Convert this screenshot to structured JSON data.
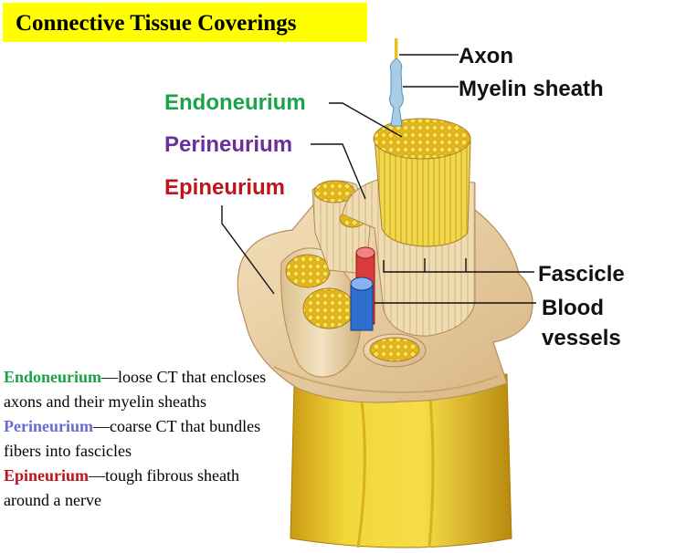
{
  "title": "Connective Tissue Coverings",
  "labels": {
    "axon": "Axon",
    "myelin_sheath": "Myelin sheath",
    "endoneurium": "Endoneurium",
    "perineurium": "Perineurium",
    "epineurium": "Epineurium",
    "fascicle": "Fascicle",
    "blood_vessels_line1": "Blood",
    "blood_vessels_line2": "vessels"
  },
  "descriptions": [
    {
      "term": "Endoneurium",
      "text": "—loose CT that encloses axons and their myelin sheaths",
      "color": "#1aa34a"
    },
    {
      "term": "Perineurium",
      "text": "—coarse CT that bundles fibers into fascicles",
      "color": "#6b6bd1"
    },
    {
      "term": "Epineurium",
      "text": "—tough fibrous sheath around a nerve",
      "color": "#c0141c"
    }
  ],
  "colors": {
    "highlight": "#ffff00",
    "endoneurium": "#1aa34a",
    "perineurium": "#6a2f9a",
    "epineurium": "#c0141c",
    "nerve_yellow": "#e8c21a",
    "sheath_tan": "#ecd2a4",
    "artery": "#d93a3a",
    "vein": "#2f6fd0"
  }
}
